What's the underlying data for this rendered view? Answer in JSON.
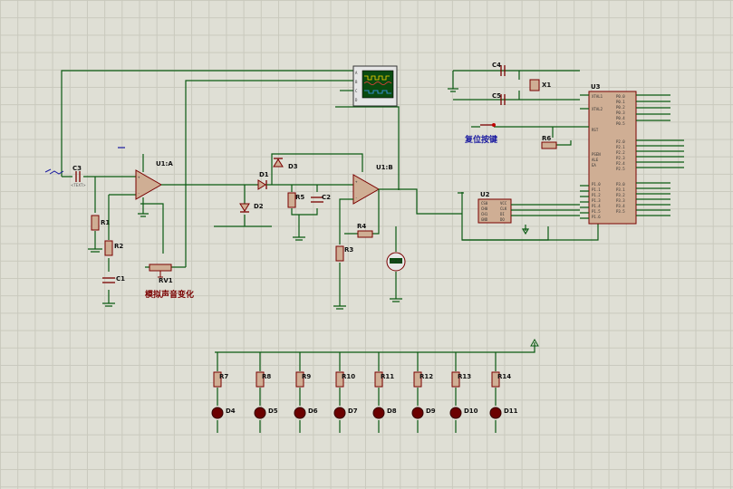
{
  "components": {
    "c3": "C3",
    "c1": "C1",
    "c2": "C2",
    "c4": "C4",
    "c5": "C5",
    "r1": "R1",
    "r2": "R2",
    "r3": "R3",
    "r4": "R4",
    "r5": "R5",
    "r6": "R6",
    "rv1": "RV1",
    "d1": "D1",
    "d2": "D2",
    "d3": "D3",
    "u1a": "U1:A",
    "u1b": "U1:B",
    "u2": "U2",
    "u3": "U3",
    "x1": "X1"
  },
  "annotations": {
    "noise_label": "模拟声音变化",
    "reset_label": "复位按键"
  },
  "leds": [
    {
      "resistor": "R7",
      "diode": "D4"
    },
    {
      "resistor": "R8",
      "diode": "D5"
    },
    {
      "resistor": "R9",
      "diode": "D6"
    },
    {
      "resistor": "R10",
      "diode": "D7"
    },
    {
      "resistor": "R11",
      "diode": "D8"
    },
    {
      "resistor": "R12",
      "diode": "D9"
    },
    {
      "resistor": "R13",
      "diode": "D10"
    },
    {
      "resistor": "R14",
      "diode": "D11"
    }
  ],
  "colors": {
    "background": "#dfdfd5",
    "wire": "#0a5a12",
    "component": "#7a0000",
    "led_off": "#6b0000",
    "scope_screen": "#0a4a10"
  }
}
